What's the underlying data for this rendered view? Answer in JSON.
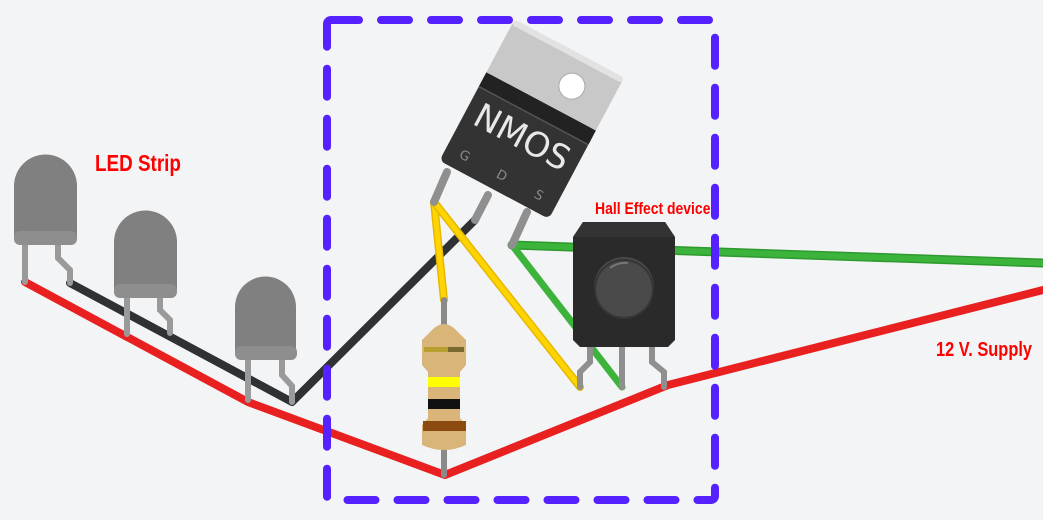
{
  "labels": {
    "led_strip": "LED Strip",
    "hall_effect": "Hall Effect device",
    "supply": "12 V. Supply"
  },
  "transistor": {
    "name": "NMOS",
    "pins": [
      "G",
      "D",
      "S"
    ]
  },
  "colors": {
    "background": "#f3f4f6",
    "label": "#ff0000",
    "dashed_box": "#5522ff",
    "wire_power": "#e8201f",
    "wire_ground": "#2f3234",
    "wire_gate": "#ffd400",
    "wire_signal": "#3cb43c"
  }
}
